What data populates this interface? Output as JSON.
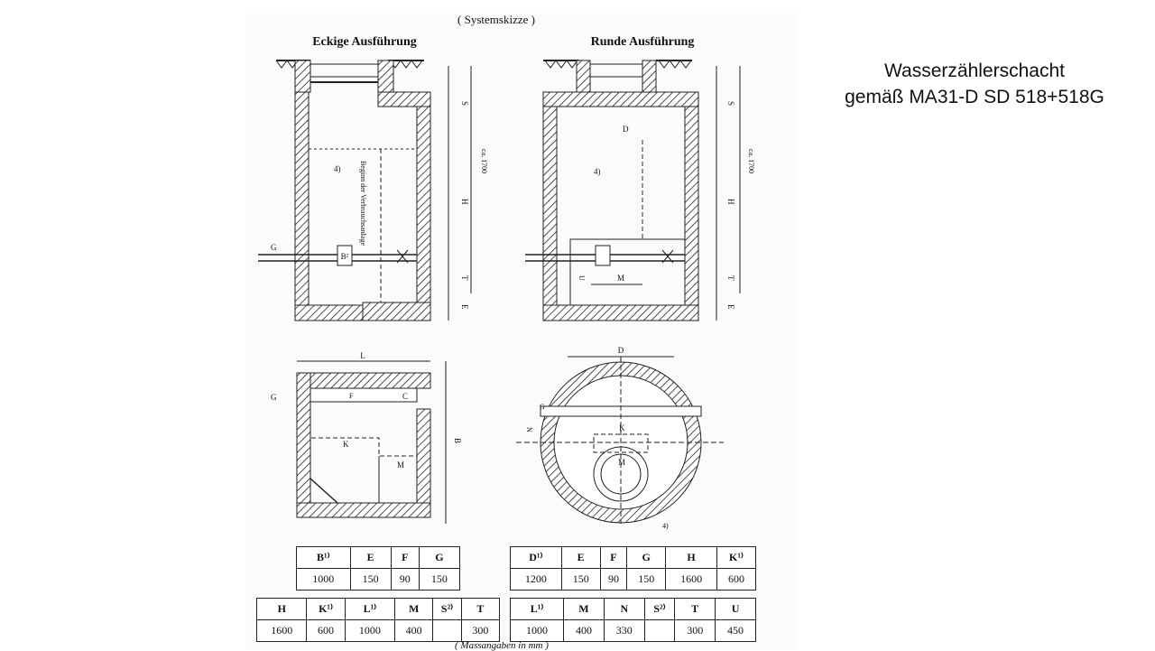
{
  "slide": {
    "title_line1": "Wasserzählerschacht",
    "title_line2": "gemäß  MA31-D  SD 518+518G"
  },
  "sketch": {
    "heading": "( Systemskizze )",
    "left_caption": "Eckige Ausführung",
    "right_caption": "Runde Ausführung",
    "footer_note": "( Massangaben in mm )",
    "labels": {
      "S": "S",
      "H": "H",
      "ca1700": "ca. 1700",
      "T": "T",
      "E": "E",
      "G": "G",
      "L": "L",
      "B": "B",
      "C": "C",
      "F": "F",
      "K": "K",
      "M": "M",
      "N": "N",
      "D": "D",
      "U": "U",
      "ref4": "4)",
      "bb": "B²",
      "vertical_note": "Beginn der Verbrauchsanlage"
    }
  },
  "tables": {
    "left_top": {
      "headers": [
        "B¹⁾",
        "E",
        "F",
        "G"
      ],
      "values": [
        "1000",
        "150",
        "90",
        "150"
      ]
    },
    "left_bottom": {
      "headers": [
        "H",
        "K¹⁾",
        "L¹⁾",
        "M",
        "S²⁾",
        "T"
      ],
      "values": [
        "1600",
        "600",
        "1000",
        "400",
        "",
        "300"
      ]
    },
    "right_top": {
      "headers": [
        "D¹⁾",
        "E",
        "F",
        "G",
        "H",
        "K¹⁾"
      ],
      "values": [
        "1200",
        "150",
        "90",
        "150",
        "1600",
        "600"
      ]
    },
    "right_bottom": {
      "headers": [
        "L¹⁾",
        "M",
        "N",
        "S²⁾",
        "T",
        "U"
      ],
      "values": [
        "1000",
        "400",
        "330",
        "",
        "300",
        "450"
      ]
    }
  }
}
